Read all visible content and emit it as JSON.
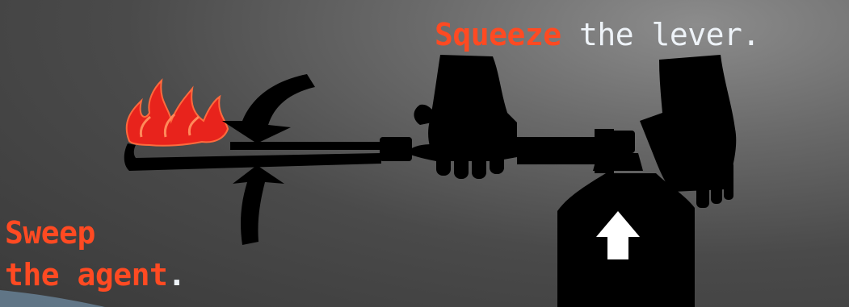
{
  "squeeze": {
    "accent_word": "Squeeze",
    "rest": " the lever."
  },
  "sweep": {
    "line1": "Sweep",
    "line2_accent": "the agent",
    "line2_rest": "."
  },
  "colors": {
    "accent": "#ff4a22",
    "text_light": "#eef3f8",
    "silhouette": "#000000",
    "flame": "#e8231c",
    "arrow_white": "#ffffff"
  }
}
